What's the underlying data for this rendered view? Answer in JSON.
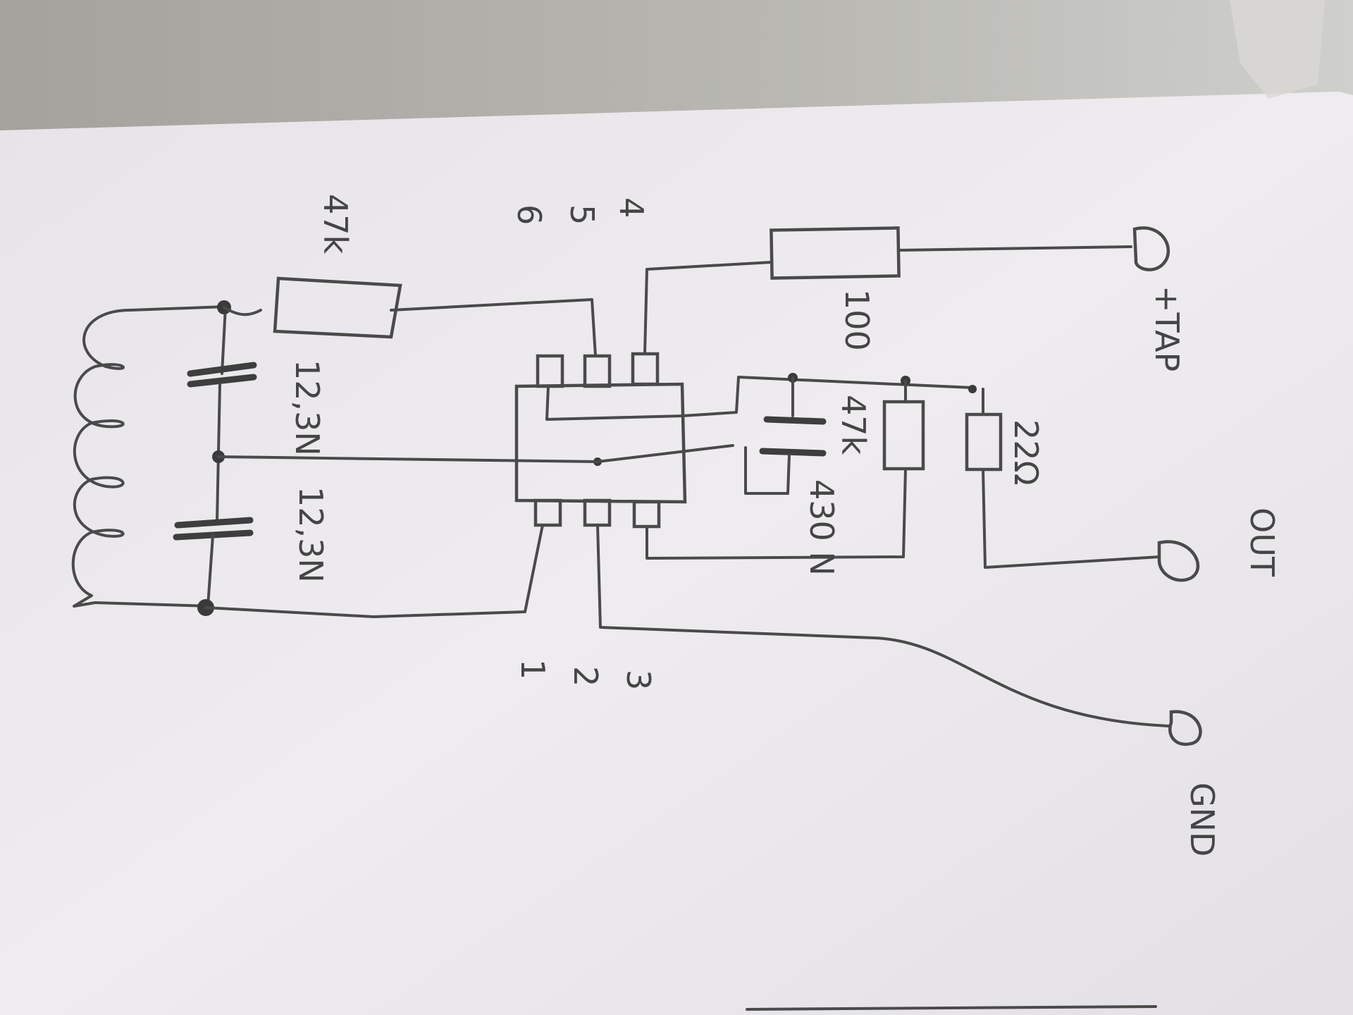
{
  "components": {
    "resistor_47k_top": "47k",
    "resistor_100": "100",
    "capacitor_top": "12,3N",
    "capacitor_bottom": "12,3N",
    "resistor_47k_right": "47k",
    "capacitor_430n": "430\nN",
    "resistor_22": "22Ω"
  },
  "pins": {
    "left": [
      "4",
      "5",
      "6"
    ],
    "right": [
      "1",
      "2",
      "3"
    ]
  },
  "terminals": {
    "tap": "+TAP",
    "out": "OUT",
    "gnd": "GND"
  },
  "colors": {
    "paper": "#eceaed",
    "pencil": "#4a4a4a",
    "table": "#8f8c86"
  }
}
